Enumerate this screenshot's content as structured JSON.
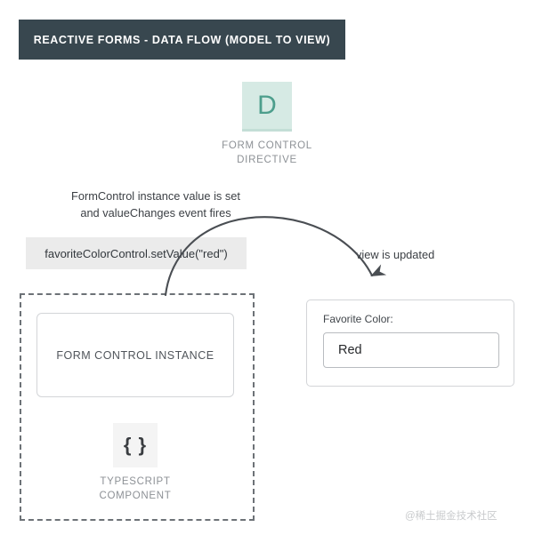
{
  "banner": {
    "title": "REACTIVE FORMS - DATA FLOW (MODEL TO VIEW)",
    "background_color": "#38474f",
    "text_color": "#ffffff"
  },
  "directive": {
    "icon_letter": "D",
    "icon_name": "directive-tile-icon",
    "tile_color": "#d6eae4",
    "letter_color": "#4d9e8c",
    "caption_line1": "FORM CONTROL",
    "caption_line2": "DIRECTIVE"
  },
  "annotations": {
    "model_flow_line1": "FormControl instance value is set",
    "model_flow_line2": "and valueChanges event fires",
    "view_updated": "view is updated"
  },
  "code_chip": {
    "text": "favoriteColorControl.setValue(\"red\")",
    "background_color": "#ebebeb",
    "text_color": "#33383d"
  },
  "component_region": {
    "border_style": "dashed",
    "border_color": "#6d7277"
  },
  "form_control_instance": {
    "label": "FORM CONTROL INSTANCE",
    "border_color": "#d3d5d8"
  },
  "typescript_component": {
    "icon_glyph": "{ }",
    "icon_name": "curly-braces-icon",
    "tile_color": "#f4f4f4",
    "caption_line1": "TYPESCRIPT",
    "caption_line2": "COMPONENT"
  },
  "view_card": {
    "field_label": "Favorite Color:",
    "field_value": "Red",
    "input_border_color": "#b9bcc0",
    "card_border_color": "#d3d5d8"
  },
  "watermark": {
    "text": "@稀土掘金技术社区",
    "color": "#c9cbcd"
  },
  "arrows": {
    "stroke_color": "#4a4e53",
    "model_to_view_label": "view is updated"
  }
}
